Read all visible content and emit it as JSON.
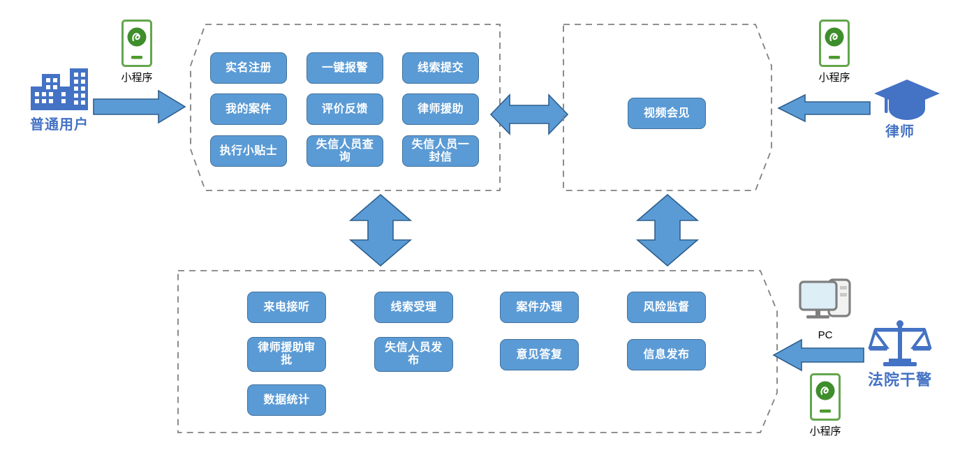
{
  "diagram": {
    "title_present": false,
    "colors": {
      "box_fill": "#5B9BD5",
      "box_border": "#41719C",
      "arrow_fill": "#5B9BD5",
      "arrow_border": "#2E5E8C",
      "panel_border": "#808080",
      "actor_text": "#4472C4",
      "icon_blue": "#4472C4",
      "miniprogram_green": "#4E9A2F",
      "miniprogram_circle": "#3C8A2E",
      "pc_gray": "#7F7F7F",
      "pc_screen": "#DDEEF7"
    }
  },
  "actors": {
    "user": {
      "label": "普通用户",
      "icon": "buildings-icon"
    },
    "lawyer": {
      "label": "律师",
      "icon": "graduation-cap-icon"
    },
    "court_officer": {
      "label": "法院干警",
      "icon": "scales-of-justice-icon"
    }
  },
  "channels": {
    "user_miniprogram": {
      "label": "小程序",
      "icon": "miniprogram-phone-icon"
    },
    "lawyer_miniprogram": {
      "label": "小程序",
      "icon": "miniprogram-phone-icon"
    },
    "court_pc": {
      "label": "PC",
      "icon": "pc-monitor-icon"
    },
    "court_miniprogram": {
      "label": "小程序",
      "icon": "miniprogram-phone-icon"
    }
  },
  "panels": {
    "user_panel": {
      "name": "user-feature-panel",
      "shape": "hexagon",
      "items": [
        {
          "label": "实名注册"
        },
        {
          "label": "一键报警"
        },
        {
          "label": "线索提交"
        },
        {
          "label": "我的案件"
        },
        {
          "label": "评价反馈"
        },
        {
          "label": "律师援助"
        },
        {
          "label": "执行小贴士"
        },
        {
          "label": "失信人员查询"
        },
        {
          "label": "失信人员一封信"
        }
      ]
    },
    "lawyer_panel": {
      "name": "lawyer-feature-panel",
      "shape": "hexagon",
      "items": [
        {
          "label": "视频会见"
        }
      ]
    },
    "court_panel": {
      "name": "court-feature-panel",
      "shape": "hexagon",
      "items": [
        {
          "label": "来电接听"
        },
        {
          "label": "线索受理"
        },
        {
          "label": "案件办理"
        },
        {
          "label": "风险监督"
        },
        {
          "label": "律师援助审批"
        },
        {
          "label": "失信人员发布"
        },
        {
          "label": "意见答复"
        },
        {
          "label": "信息发布"
        },
        {
          "label": "数据统计"
        }
      ]
    }
  },
  "connectors": [
    {
      "name": "user-to-user-panel-arrow",
      "direction": "right"
    },
    {
      "name": "user-panel-to-lawyer-panel-arrow",
      "direction": "both-horizontal"
    },
    {
      "name": "lawyer-to-lawyer-panel-arrow",
      "direction": "left"
    },
    {
      "name": "user-panel-to-court-panel-arrow",
      "direction": "both-vertical"
    },
    {
      "name": "lawyer-panel-to-court-panel-arrow",
      "direction": "both-vertical"
    },
    {
      "name": "court-officer-to-court-panel-arrow",
      "direction": "left"
    }
  ]
}
